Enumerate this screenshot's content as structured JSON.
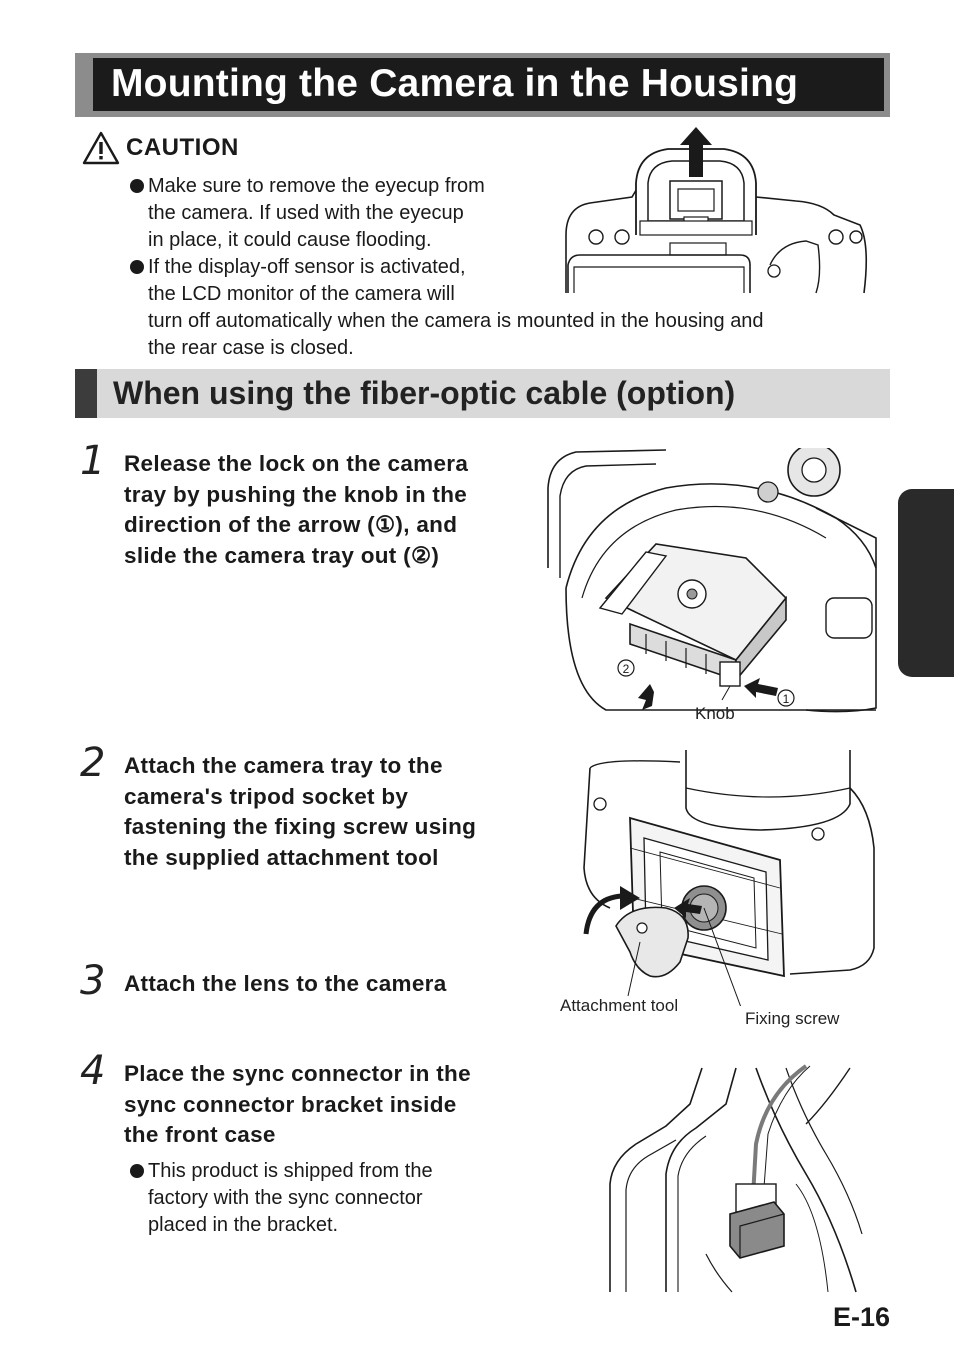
{
  "title": "Mounting the Camera in the Housing",
  "caution": {
    "label": "CAUTION",
    "bullet1": [
      "Make sure to remove the eyecup from",
      "the camera. If used with the eyecup",
      "in place, it could cause flooding."
    ],
    "bullet2": [
      "If the display-off sensor is activated,",
      "the LCD monitor of the camera will",
      "turn off automatically when the camera is mounted in the housing and",
      "the rear case is closed."
    ]
  },
  "section": {
    "title": "When using the fiber-optic cable (option)"
  },
  "steps": [
    {
      "num": "1",
      "lines": [
        "Release the lock on the camera",
        "tray by pushing the knob in the",
        "direction of the arrow (①), and",
        "slide the camera tray out (②)"
      ]
    },
    {
      "num": "2",
      "lines": [
        "Attach the camera tray to the",
        "camera's tripod socket by",
        "fastening the fixing screw using",
        "the supplied attachment tool"
      ]
    },
    {
      "num": "3",
      "lines": [
        "Attach the lens to the camera"
      ]
    },
    {
      "num": "4",
      "lines": [
        "Place the sync connector in the",
        "sync connector bracket inside",
        "the front case"
      ],
      "note": [
        "This product is shipped from the",
        "factory with the sync connector",
        "placed in the bracket."
      ]
    }
  ],
  "figures": {
    "fig1": {
      "marker1": "1",
      "marker2": "2",
      "knob_label": "Knob"
    },
    "fig2": {
      "tool_label": "Attachment tool",
      "screw_label": "Fixing screw"
    }
  },
  "page_number": "E-16",
  "icons": [
    "warning-triangle-icon",
    "up-arrow-icon"
  ]
}
